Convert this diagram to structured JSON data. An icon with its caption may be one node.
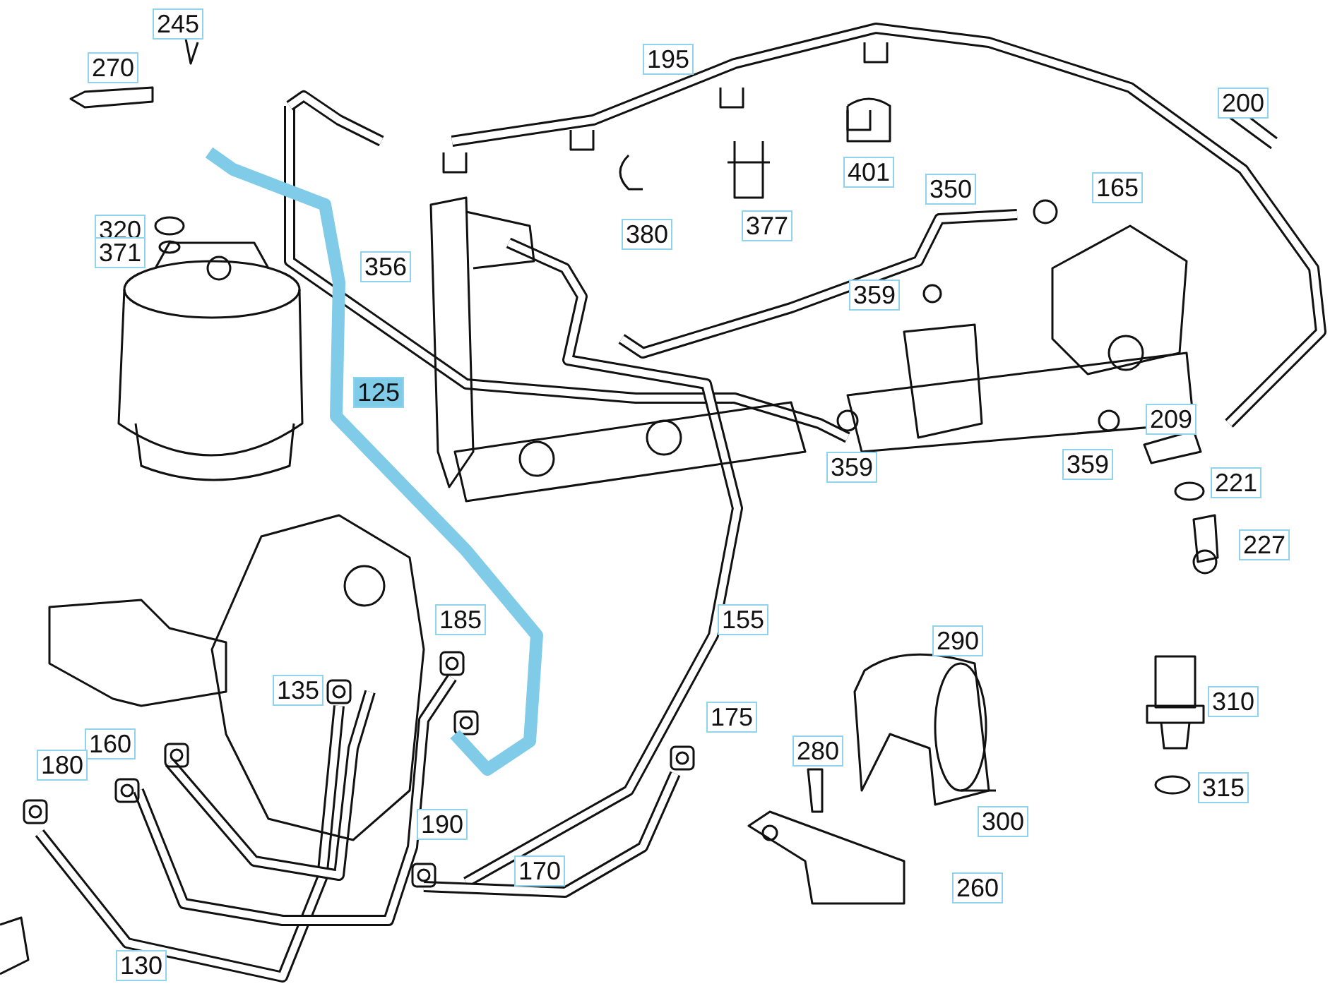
{
  "diagram": {
    "labels": [
      "245",
      "270",
      "195",
      "200",
      "401",
      "350",
      "165",
      "320",
      "380",
      "377",
      "371",
      "356",
      "359",
      "125",
      "209",
      "359",
      "359",
      "221",
      "227",
      "185",
      "155",
      "290",
      "135",
      "310",
      "160",
      "175",
      "280",
      "180",
      "315",
      "190",
      "300",
      "170",
      "260",
      "130"
    ]
  }
}
